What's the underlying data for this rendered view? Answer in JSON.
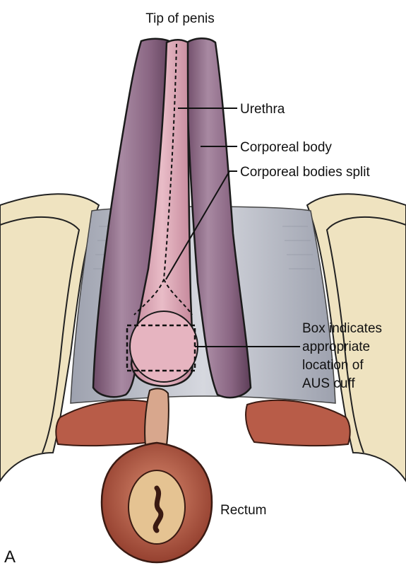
{
  "labels": {
    "tip": "Tip of penis",
    "urethra": "Urethra",
    "corporeal_body": "Corporeal body",
    "split": "Corporeal bodies split",
    "box_line1": "Box indicates",
    "box_line2": "appropriate",
    "box_line3": "location of",
    "box_line4": "AUS cuff",
    "rectum": "Rectum",
    "panel": "A"
  },
  "colors": {
    "bone": "#efe3c0",
    "corpus": "#8f6a87",
    "spongiosum": "#d79cab",
    "membrane": "#c6c9d3",
    "muscle": "#b85c48",
    "rectum": "#b75a43"
  }
}
